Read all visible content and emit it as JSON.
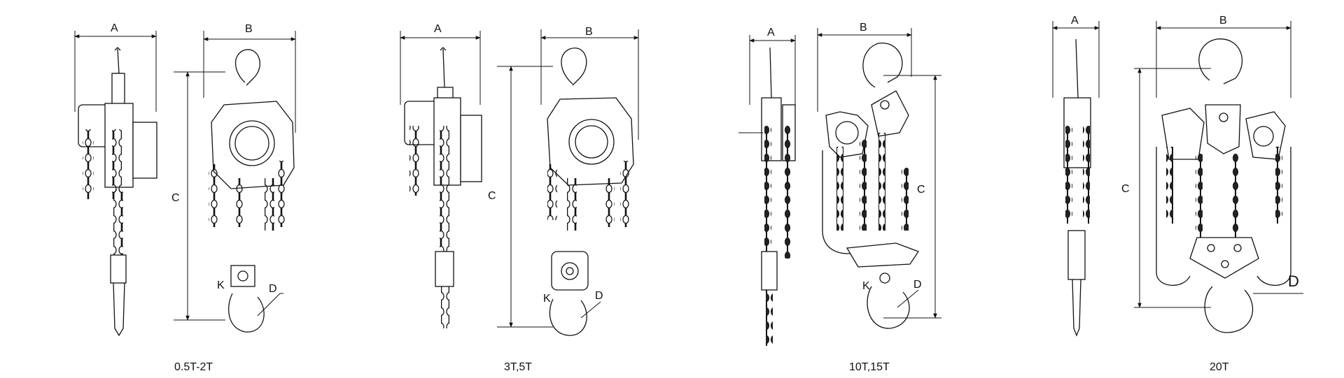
{
  "diagrams": [
    {
      "caption": "0.5T-2T",
      "dims": {
        "a": "A",
        "b": "B",
        "c": "C",
        "k": "K",
        "d": "D"
      }
    },
    {
      "caption": "3T,5T",
      "dims": {
        "a": "A",
        "b": "B",
        "c": "C",
        "k": "K",
        "d": "D"
      }
    },
    {
      "caption": "10T,15T",
      "dims": {
        "a": "A",
        "b": "B",
        "c": "C",
        "k": "K",
        "d": "D"
      }
    },
    {
      "caption": "20T",
      "dims": {
        "a": "A",
        "b": "B",
        "c": "C",
        "d": "D"
      }
    }
  ],
  "colors": {
    "line": "#111111",
    "background": "#ffffff"
  }
}
